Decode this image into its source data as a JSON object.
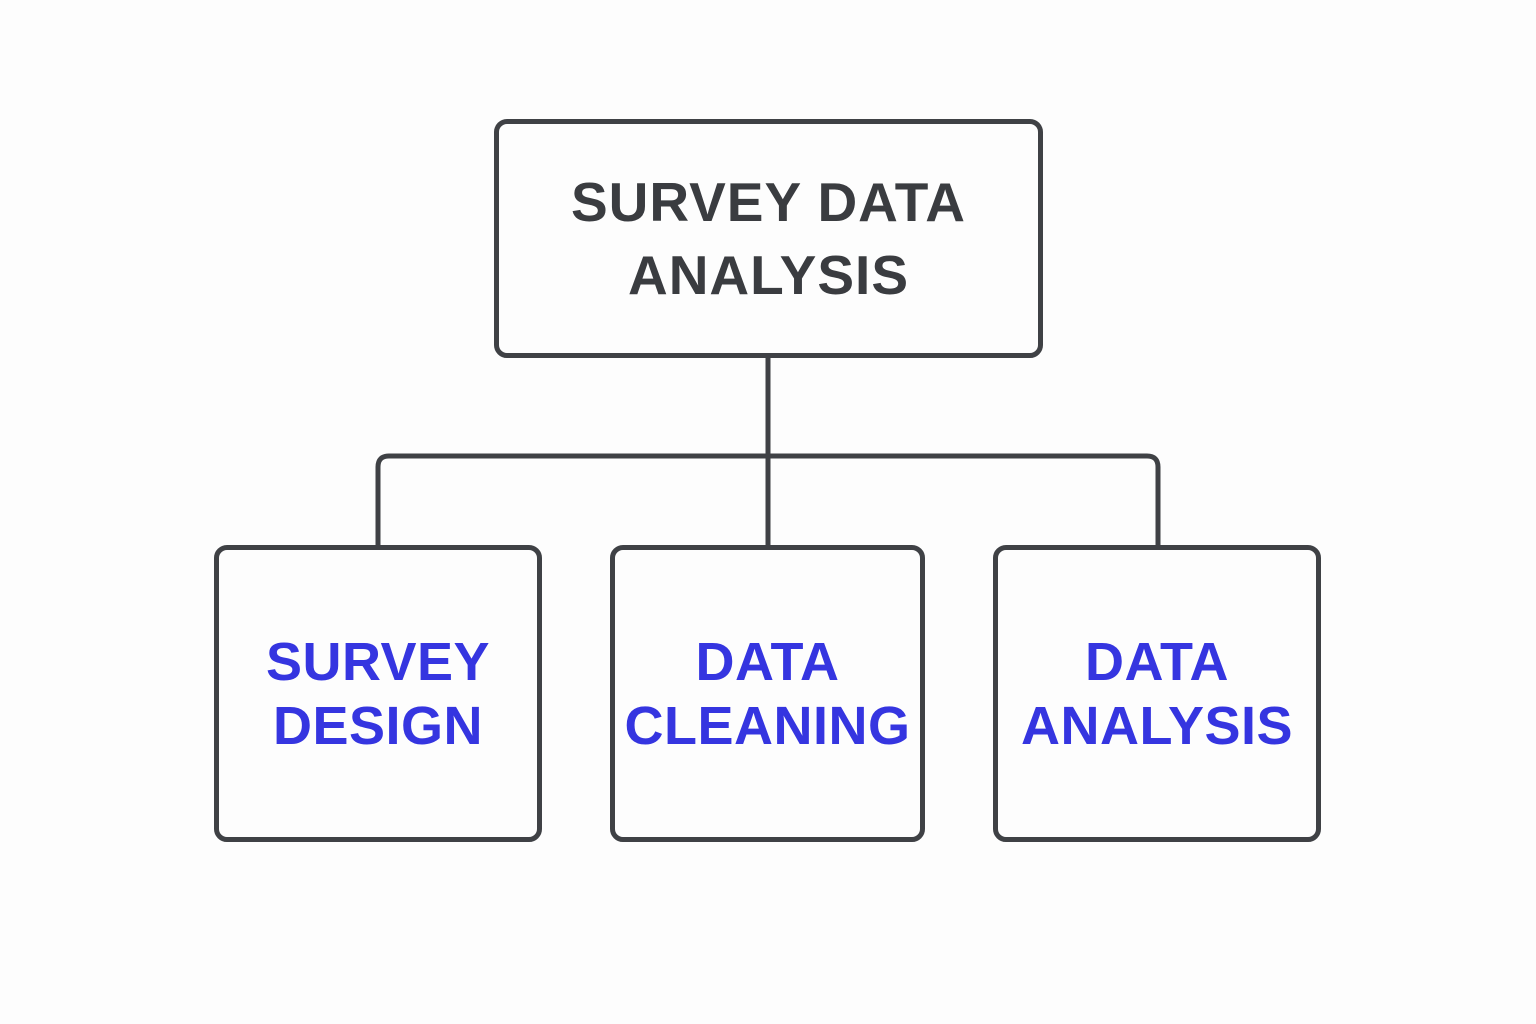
{
  "colors": {
    "line": "#3f4145",
    "root_text": "#3a3c40",
    "child_text": "#3535e0",
    "background": "#fdfdfd"
  },
  "diagram": {
    "root": {
      "label": "SURVEY DATA\nANALYSIS"
    },
    "children": [
      {
        "label": "SURVEY\nDESIGN"
      },
      {
        "label": "DATA\nCLEANING"
      },
      {
        "label": "DATA\nANALYSIS"
      }
    ]
  }
}
